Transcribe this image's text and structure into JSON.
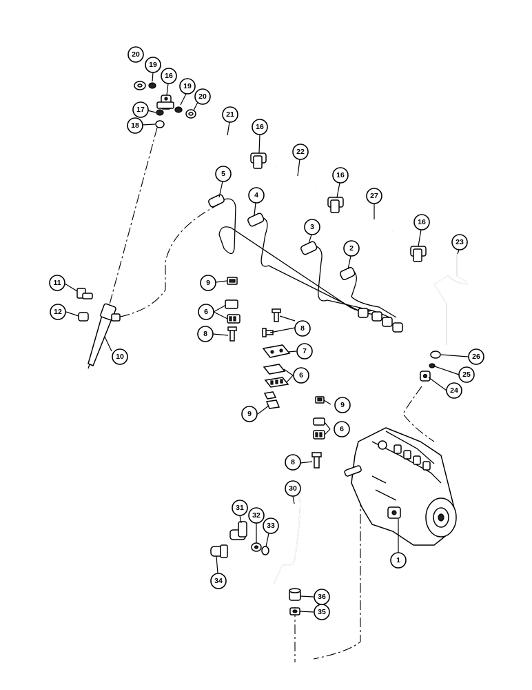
{
  "diagram": {
    "callouts": [
      {
        "label": "20"
      },
      {
        "label": "19"
      },
      {
        "label": "16"
      },
      {
        "label": "19"
      },
      {
        "label": "20"
      },
      {
        "label": "17"
      },
      {
        "label": "18"
      },
      {
        "label": "21"
      },
      {
        "label": "16"
      },
      {
        "label": "22"
      },
      {
        "label": "16"
      },
      {
        "label": "27"
      },
      {
        "label": "16"
      },
      {
        "label": "5"
      },
      {
        "label": "4"
      },
      {
        "label": "3"
      },
      {
        "label": "2"
      },
      {
        "label": "23"
      },
      {
        "label": "9"
      },
      {
        "label": "6"
      },
      {
        "label": "8"
      },
      {
        "label": "8"
      },
      {
        "label": "11"
      },
      {
        "label": "12"
      },
      {
        "label": "10"
      },
      {
        "label": "7"
      },
      {
        "label": "6"
      },
      {
        "label": "9"
      },
      {
        "label": "9"
      },
      {
        "label": "6"
      },
      {
        "label": "26"
      },
      {
        "label": "25"
      },
      {
        "label": "24"
      },
      {
        "label": "8"
      },
      {
        "label": "30"
      },
      {
        "label": "31"
      },
      {
        "label": "32"
      },
      {
        "label": "33"
      },
      {
        "label": "34"
      },
      {
        "label": "1"
      },
      {
        "label": "36"
      },
      {
        "label": "35"
      }
    ]
  }
}
